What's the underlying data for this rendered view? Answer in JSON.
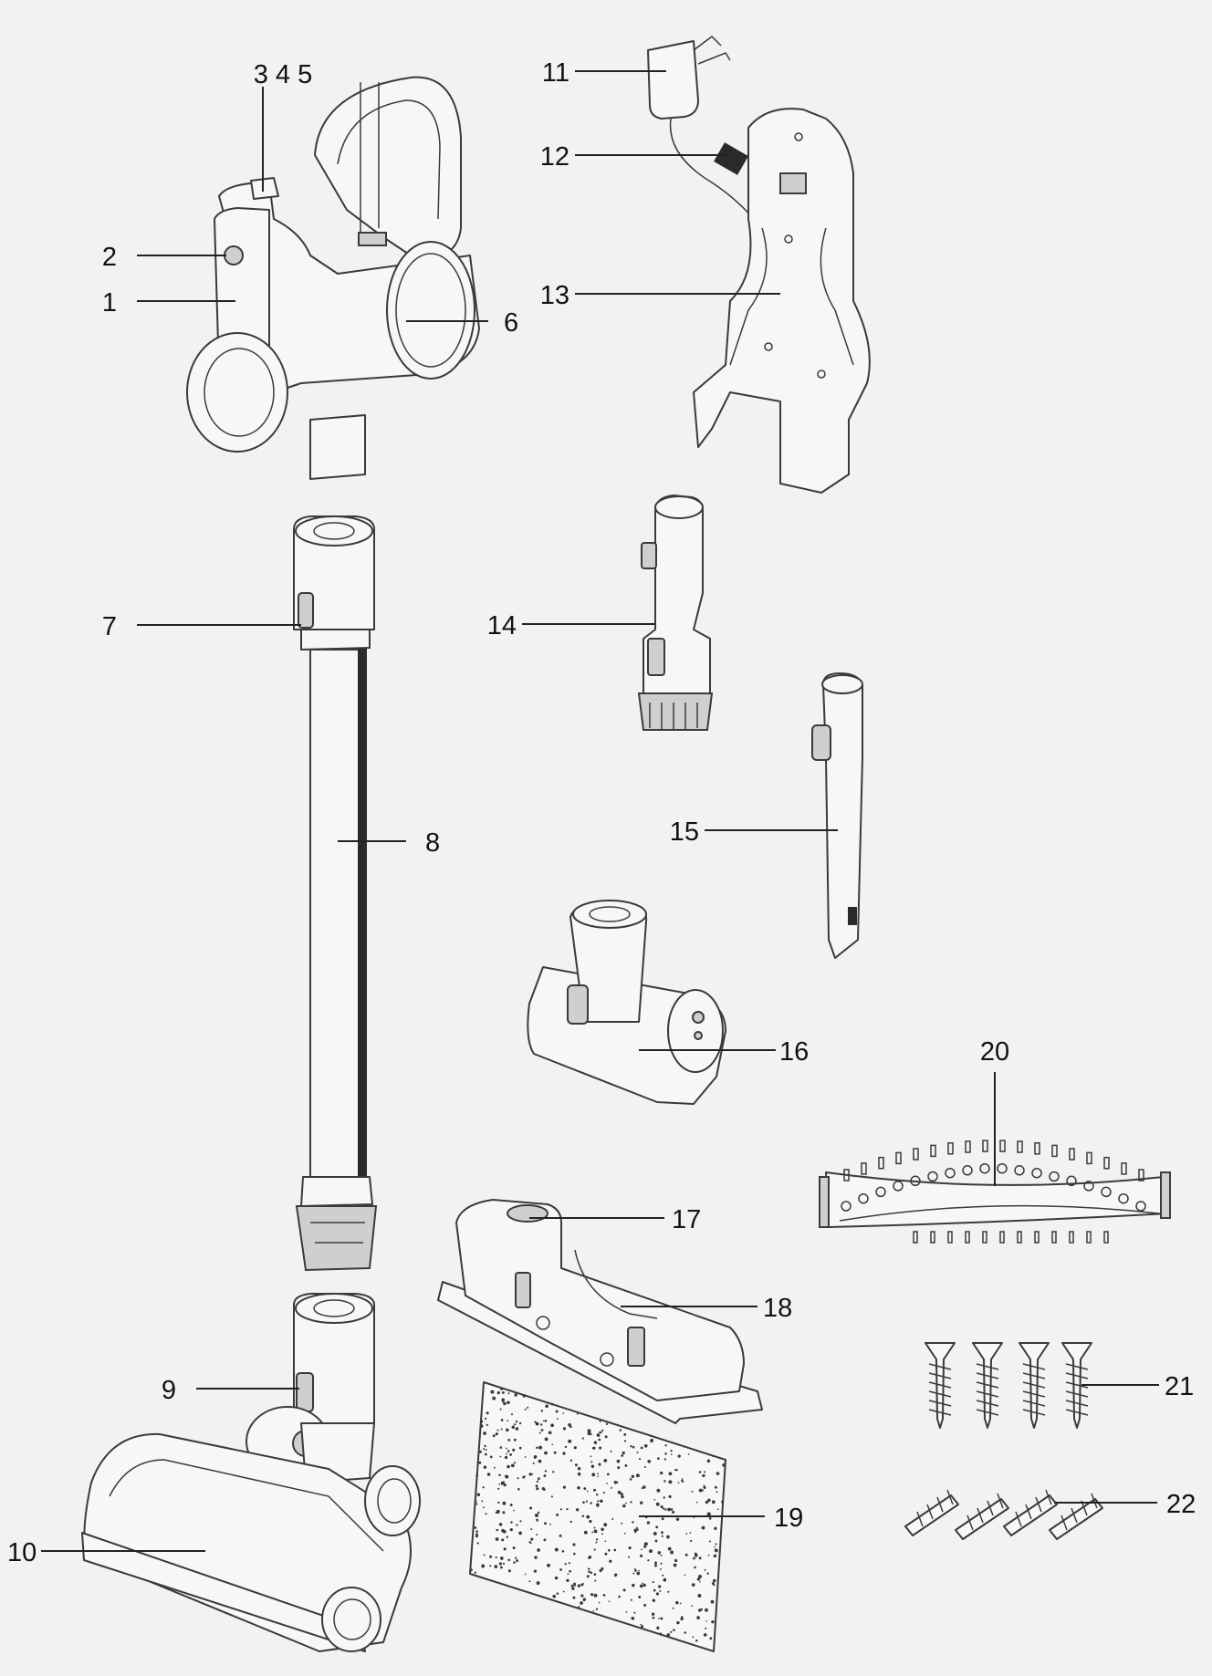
{
  "callouts": {
    "c1": "1",
    "c2": "2",
    "c345": "3 4 5",
    "c6": "6",
    "c7": "7",
    "c8": "8",
    "c9": "9",
    "c10": "10",
    "c11": "11",
    "c12": "12",
    "c13": "13",
    "c14": "14",
    "c15": "15",
    "c16": "16",
    "c17": "17",
    "c18": "18",
    "c19": "19",
    "c20": "20",
    "c21": "21",
    "c22": "22"
  },
  "colors": {
    "background": "#f2f2f2",
    "line": "#3a3a3a",
    "part_fill": "#f7f7f7"
  }
}
